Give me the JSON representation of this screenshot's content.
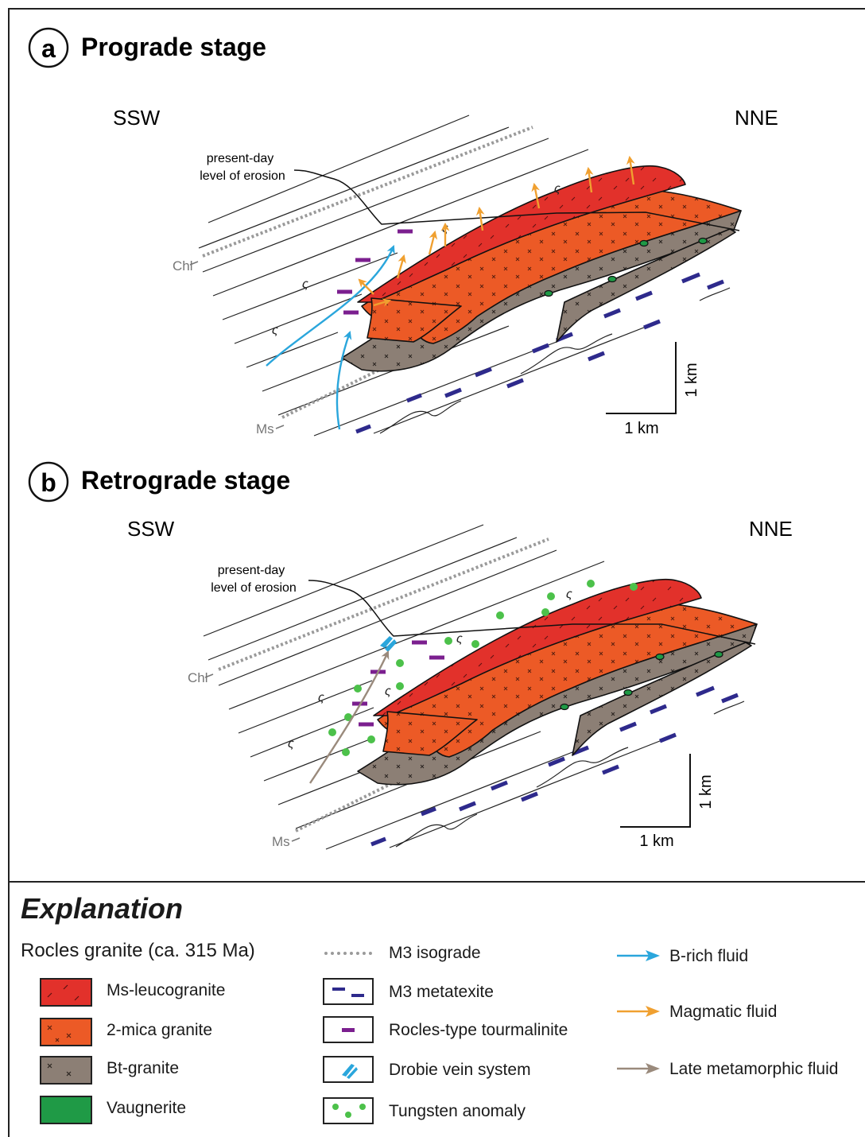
{
  "panels": [
    {
      "letter": "a",
      "title": "Prograde stage",
      "left_dir": "SSW",
      "right_dir": "NNE",
      "erosion_label": [
        "present-day",
        "level of erosion"
      ],
      "isograd_upper": "Chl",
      "isograd_lower": "Ms",
      "scale_vertical": "1 km",
      "scale_horizontal": "1 km"
    },
    {
      "letter": "b",
      "title": "Retrograde stage",
      "left_dir": "SSW",
      "right_dir": "NNE",
      "erosion_label": [
        "present-day",
        "level of erosion"
      ],
      "isograd_upper": "Chl",
      "isograd_lower": "Ms",
      "scale_vertical": "1 km",
      "scale_horizontal": "1 km"
    }
  ],
  "legend": {
    "title": "Explanation",
    "granite_heading": "Rocles granite (ca. 315 Ma)",
    "units": [
      {
        "label": "Ms-leucogranite",
        "color": "#e2312b"
      },
      {
        "label": "2-mica granite",
        "color": "#ec5a26"
      },
      {
        "label": "Bt-granite",
        "color": "#8c7f75"
      },
      {
        "label": "Vaugnerite",
        "color": "#1f9a46"
      }
    ],
    "features": [
      {
        "label": "M3 isograde",
        "icon": "dotted-line-icon"
      },
      {
        "label": "M3 metatexite",
        "icon": "dash-pair-icon"
      },
      {
        "label": "Rocles-type tourmalinite",
        "icon": "purple-dash-icon"
      },
      {
        "label": "Drobie vein system",
        "icon": "vein-icon"
      },
      {
        "label": "Tungsten anomaly",
        "icon": "green-dots-icon"
      }
    ],
    "fluids": [
      {
        "label": "B-rich fluid",
        "color": "#2aa6dc"
      },
      {
        "label": "Magmatic fluid",
        "color": "#f0a030"
      },
      {
        "label": "Late metamorphic fluid",
        "color": "#9a8a7c"
      }
    ]
  },
  "colors": {
    "ms_leucogranite": "#e2312b",
    "two_mica_granite": "#ec5a26",
    "bt_granite": "#8c7f75",
    "vaugnerite": "#1f9a46",
    "metatexite": "#2e2a8c",
    "tourmalinite": "#7b1f8f",
    "tungsten": "#4cc14a",
    "isograd": "#9a9a9a"
  }
}
